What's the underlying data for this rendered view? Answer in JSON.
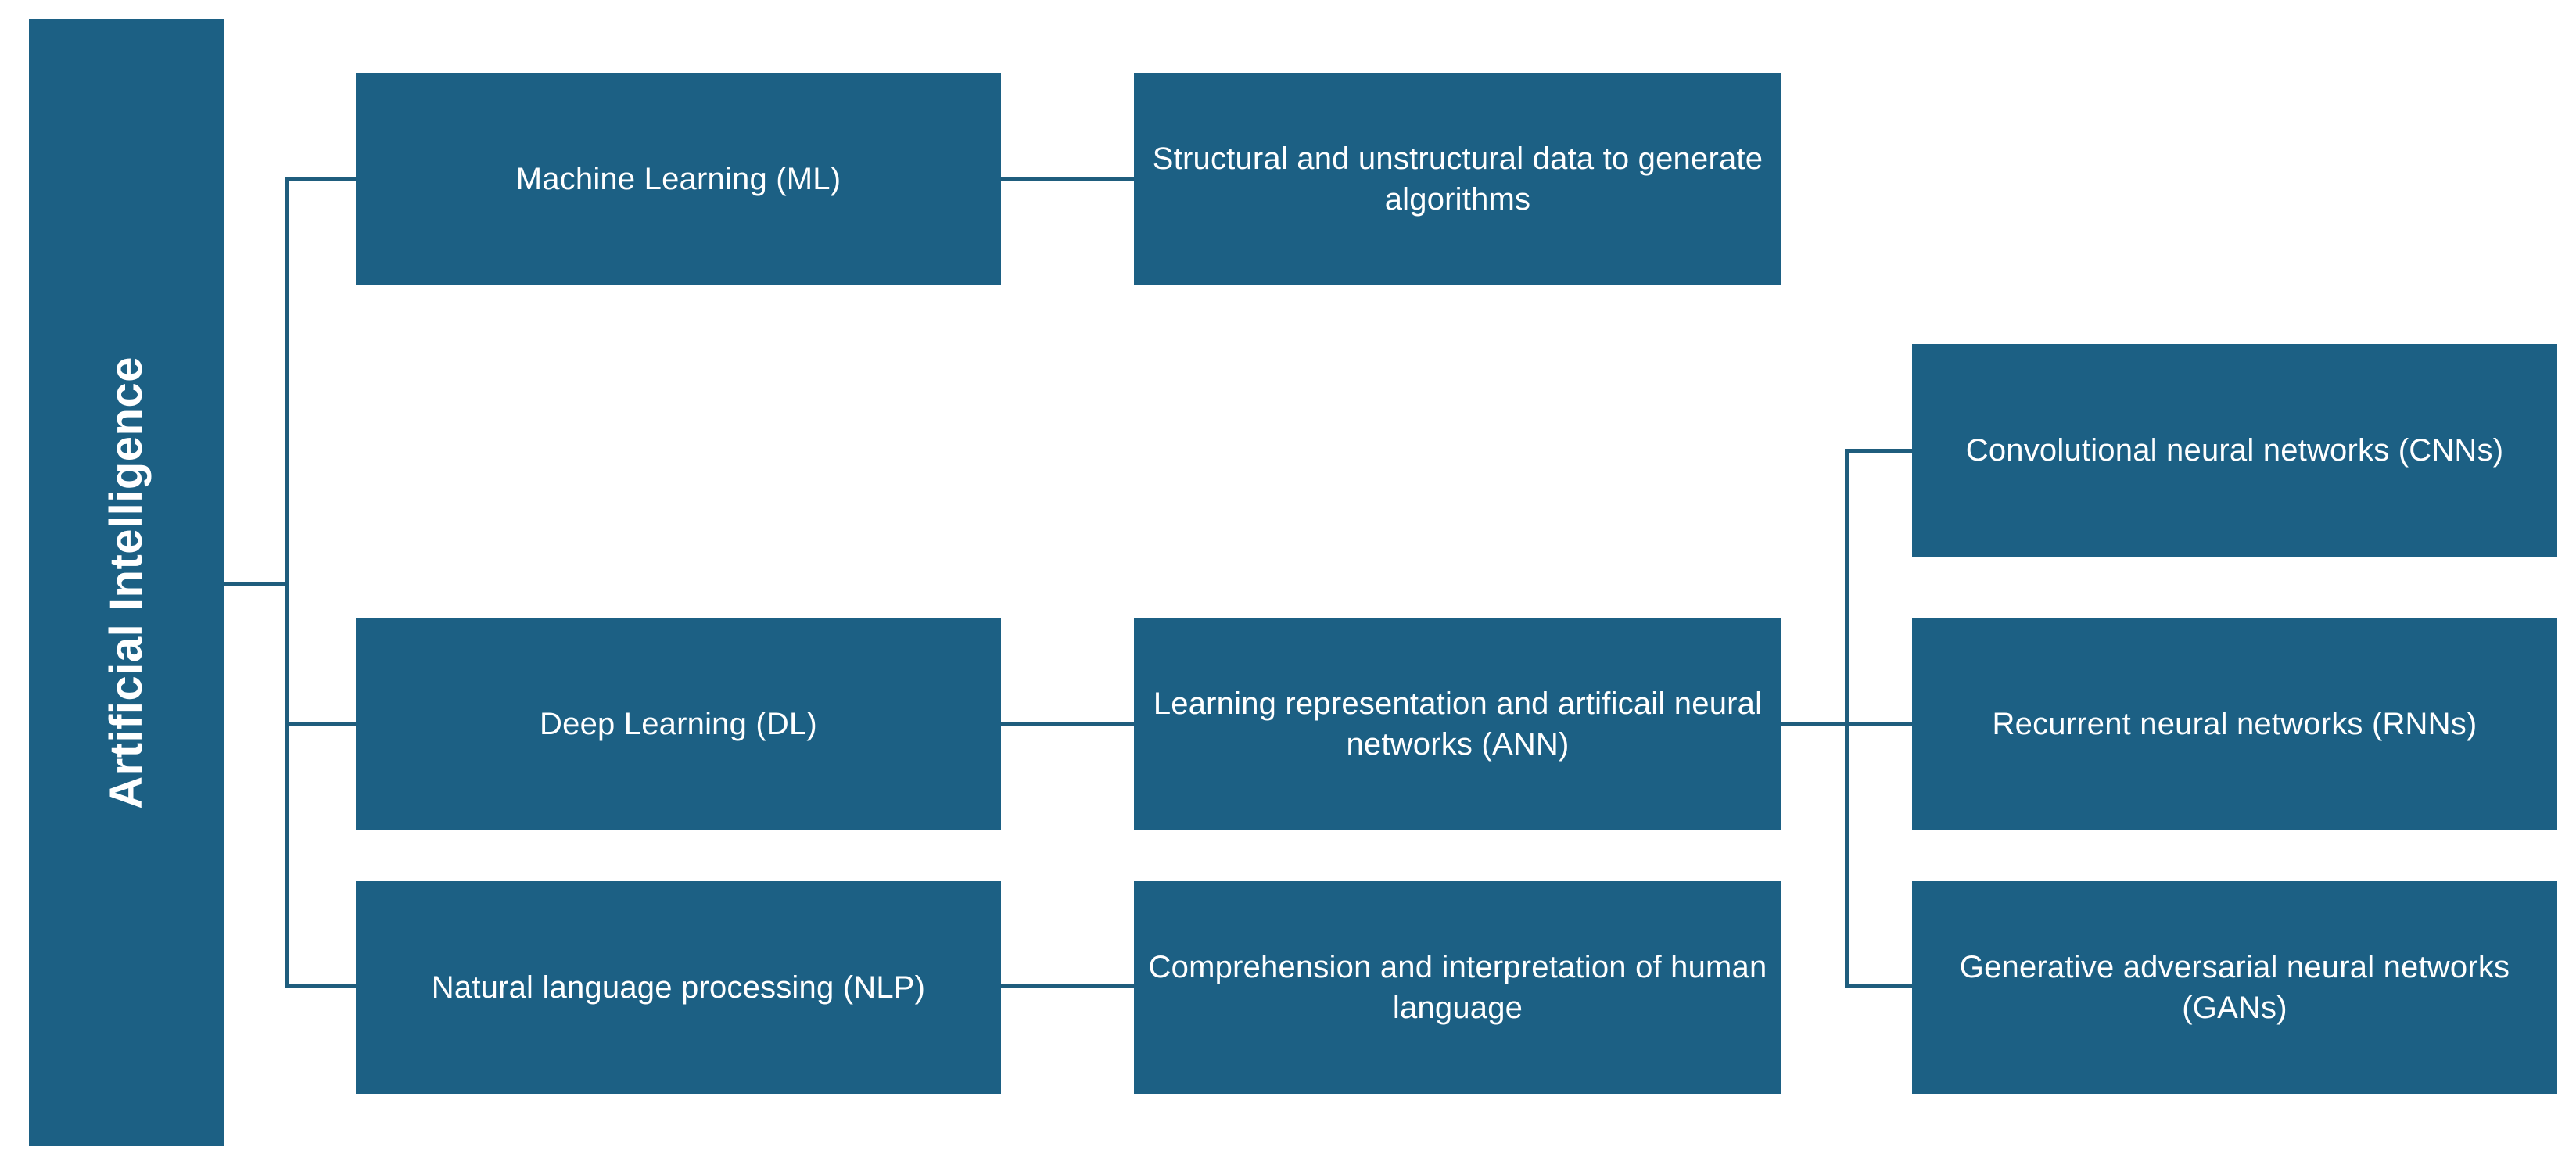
{
  "diagram": {
    "title_node": {
      "id": "artificial-intelligence",
      "label": "Artificial Intelligence",
      "orientation": "vertical"
    },
    "colors": {
      "node_fill": "#1c6084",
      "node_text": "#ffffff",
      "connector": "#1f5d7d",
      "background": "#ffffff"
    },
    "levels": {
      "level2": [
        {
          "id": "ml",
          "label": "Machine Learning (ML)"
        },
        {
          "id": "dl",
          "label": "Deep Learning (DL)"
        },
        {
          "id": "nlp",
          "label": "Natural language processing (NLP)"
        }
      ],
      "level3": [
        {
          "id": "ml-desc",
          "label": "Structural and unstructural data to generate algorithms"
        },
        {
          "id": "ann",
          "label": "Learning representation and artificail neural networks (ANN)"
        },
        {
          "id": "nlp-desc",
          "label": "Comprehension and interpretation of human language"
        }
      ],
      "level4": [
        {
          "id": "cnn",
          "label": "Convolutional neural networks (CNNs)"
        },
        {
          "id": "rnn",
          "label": "Recurrent neural networks (RNNs)"
        },
        {
          "id": "gan",
          "label": "Generative adversarial neural networks (GANs)"
        }
      ]
    },
    "edges": [
      {
        "from": "artificial-intelligence",
        "to": "ml"
      },
      {
        "from": "artificial-intelligence",
        "to": "dl"
      },
      {
        "from": "artificial-intelligence",
        "to": "nlp"
      },
      {
        "from": "ml",
        "to": "ml-desc"
      },
      {
        "from": "dl",
        "to": "ann"
      },
      {
        "from": "nlp",
        "to": "nlp-desc"
      },
      {
        "from": "ann",
        "to": "cnn"
      },
      {
        "from": "ann",
        "to": "rnn"
      },
      {
        "from": "ann",
        "to": "gan"
      }
    ]
  }
}
